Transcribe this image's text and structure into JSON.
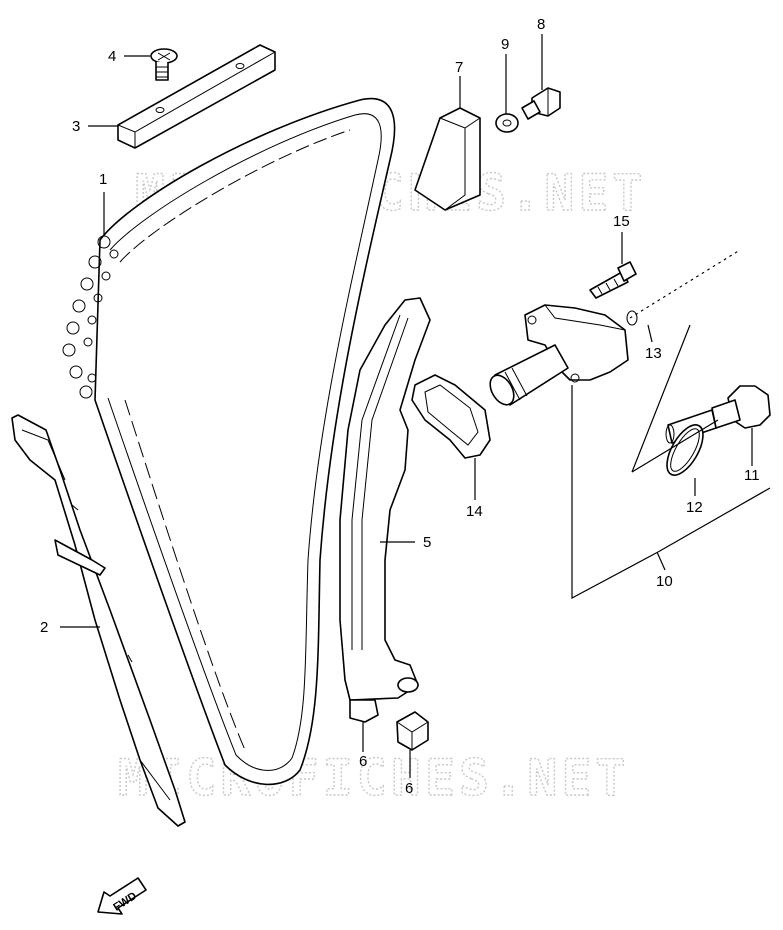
{
  "watermark": {
    "upper": "MICROFICHES.NET",
    "lower": "MICROFICHES.NET"
  },
  "direction_marker": "FWD",
  "callouts": {
    "p1": "1",
    "p2": "2",
    "p3": "3",
    "p4": "4",
    "p5": "5",
    "p6a": "6",
    "p6b": "6",
    "p7": "7",
    "p8": "8",
    "p9": "9",
    "p10": "10",
    "p11": "11",
    "p12": "12",
    "p13": "13",
    "p14": "14",
    "p15": "15"
  }
}
